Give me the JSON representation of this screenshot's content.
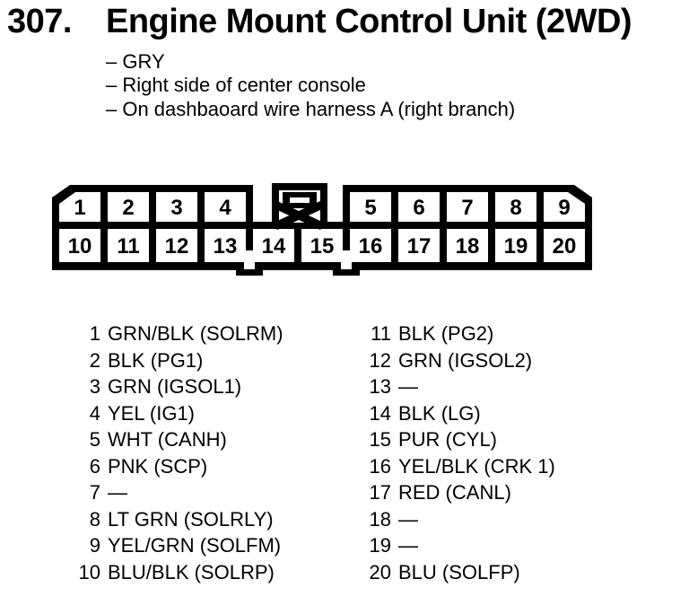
{
  "header": {
    "number": "307.",
    "title": "Engine Mount Control Unit (2WD)",
    "notes": [
      "– GRY",
      "– Right side of center console",
      "– On dashbaoard wire harness A (right branch)"
    ]
  },
  "connector": {
    "description": "20-pin connector, front view",
    "key_icon": "keyway-latch-cross",
    "top_left_cells": [
      "1",
      "2",
      "3",
      "4"
    ],
    "top_right_cells": [
      "5",
      "6",
      "7",
      "8",
      "9"
    ],
    "bottom_cells": [
      "10",
      "11",
      "12",
      "13",
      "14",
      "15",
      "16",
      "17",
      "18",
      "19",
      "20"
    ]
  },
  "pins": {
    "left": [
      {
        "num": "1",
        "label": "GRN/BLK (SOLRM)"
      },
      {
        "num": "2",
        "label": "BLK (PG1)"
      },
      {
        "num": "3",
        "label": "GRN (IGSOL1)"
      },
      {
        "num": "4",
        "label": "YEL (IG1)"
      },
      {
        "num": "5",
        "label": "WHT (CANH)"
      },
      {
        "num": "6",
        "label": "PNK (SCP)"
      },
      {
        "num": "7",
        "label": "—"
      },
      {
        "num": "8",
        "label": "LT GRN (SOLRLY)"
      },
      {
        "num": "9",
        "label": "YEL/GRN (SOLFM)"
      },
      {
        "num": "10",
        "label": "BLU/BLK (SOLRP)"
      }
    ],
    "right": [
      {
        "num": "11",
        "label": "BLK (PG2)"
      },
      {
        "num": "12",
        "label": "GRN (IGSOL2)"
      },
      {
        "num": "13",
        "label": "—"
      },
      {
        "num": "14",
        "label": "BLK (LG)"
      },
      {
        "num": "15",
        "label": "PUR (CYL)"
      },
      {
        "num": "16",
        "label": "YEL/BLK (CRK 1)"
      },
      {
        "num": "17",
        "label": "RED (CANL)"
      },
      {
        "num": "18",
        "label": "—"
      },
      {
        "num": "19",
        "label": "—"
      },
      {
        "num": "20",
        "label": "BLU (SOLFP)"
      }
    ]
  },
  "colors": {
    "ink": "#000000",
    "paper": "#ffffff"
  }
}
